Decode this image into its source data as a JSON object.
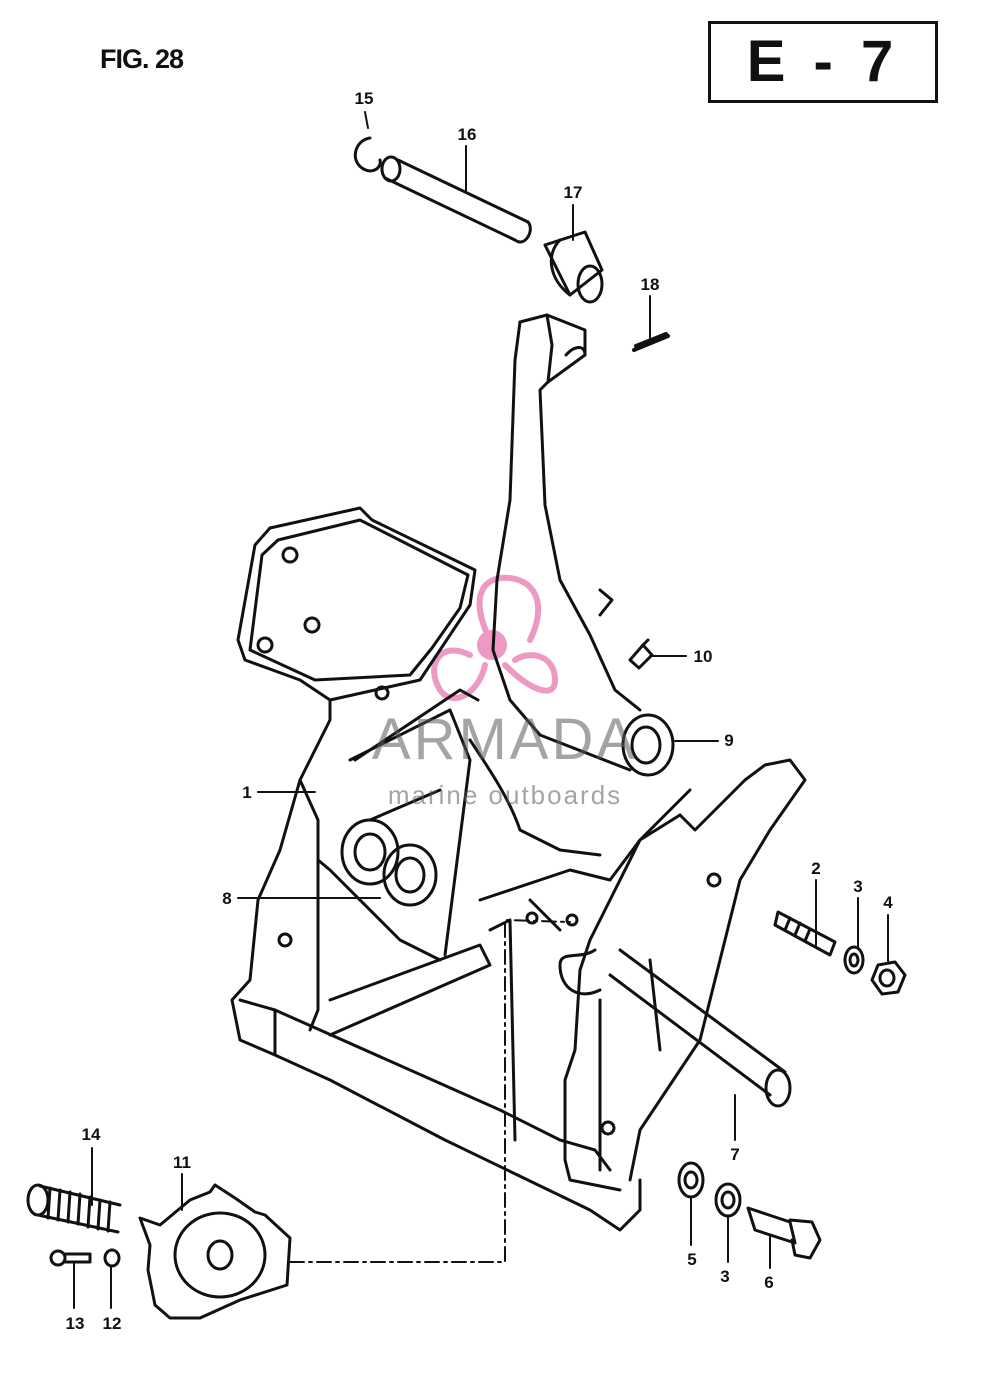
{
  "figure": {
    "title": "FIG. 28",
    "section_code": "E - 7"
  },
  "watermark": {
    "brand": "ARMADA",
    "tagline": "marine outboards",
    "logo_color": "#e878b0"
  },
  "callouts": [
    "15",
    "16",
    "17",
    "18",
    "10",
    "9",
    "1",
    "8",
    "2",
    "3",
    "4",
    "7",
    "14",
    "11",
    "13",
    "12",
    "5",
    "3",
    "6"
  ]
}
